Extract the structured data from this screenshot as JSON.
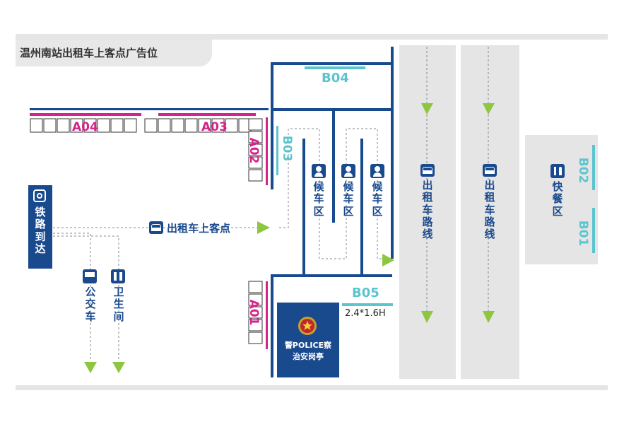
{
  "title": "温州南站出租车上客点广告位",
  "slots": {
    "a04": "A04",
    "a03": "A03",
    "a02": "A02",
    "a01": "A01",
    "b04": "B04",
    "b03": "B03",
    "b05": "B05",
    "b05_size": "2.4*1.6H",
    "b02": "B02",
    "b01": "B01"
  },
  "labels": {
    "railway_arrival": [
      "铁",
      "路",
      "到",
      "达"
    ],
    "taxi_pickup": "出租车上客点",
    "bus": [
      "公",
      "交",
      "车"
    ],
    "toilet": [
      "卫",
      "生",
      "间"
    ],
    "waiting_area": [
      "候",
      "车",
      "区"
    ],
    "taxi_lane": [
      "出",
      "租",
      "车",
      "路",
      "线"
    ],
    "fast_food": [
      "快",
      "餐",
      "区"
    ],
    "police_main": "警POLICE察",
    "police_sub": "治安岗亭"
  },
  "colors": {
    "navy": "#1a4a8e",
    "magenta": "#d6228a",
    "teal": "#5bc4cf",
    "green": "#8dc63f",
    "lane": "#e5e5e5",
    "dash": "#888888"
  },
  "icons": {
    "railway": "train-icon",
    "taxi": "taxi-icon",
    "bus": "bus-icon",
    "toilet": "toilet-icon",
    "waiting": "people-icon",
    "fastfood": "fork-knife-icon",
    "police": "police-badge-icon"
  }
}
